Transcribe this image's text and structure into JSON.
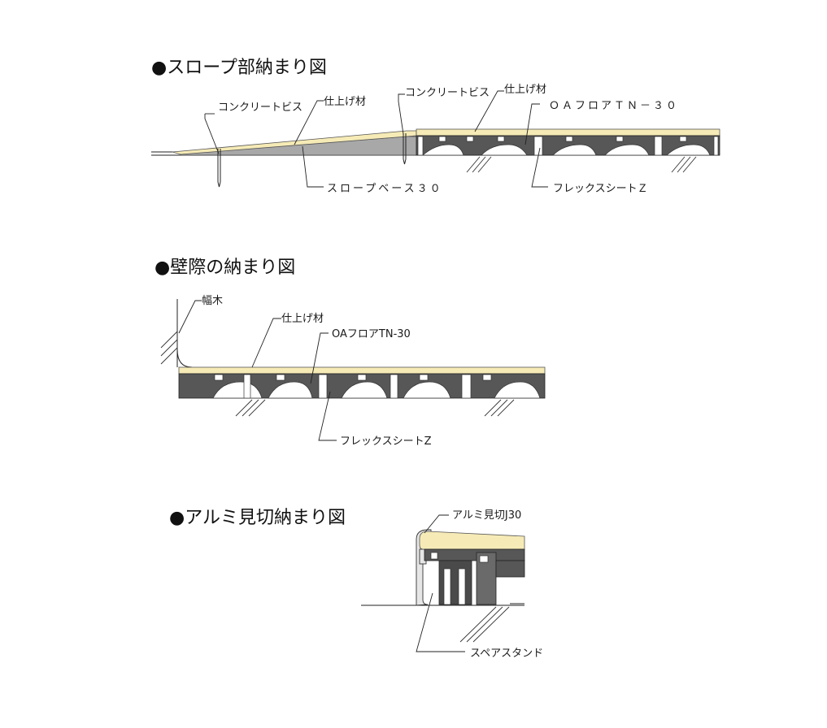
{
  "sections": {
    "slope": {
      "title": "●スロープ部納まり図",
      "labels": {
        "concrete_screw_left": "コンクリートビス",
        "finish_left": "仕上げ材",
        "concrete_screw_right": "コンクリートビス",
        "finish_right": "仕上げ材",
        "oa_floor": "ＯＡフロアＴＮ－３０",
        "slope_base": "スロープベース３０",
        "flex_sheet": "フレックスシートＺ"
      }
    },
    "wall": {
      "title": "●壁際の納まり図",
      "labels": {
        "baseboard": "幅木",
        "finish": "仕上げ材",
        "oa_floor": "OAフロアTN-30",
        "flex_sheet": "フレックスシートZ"
      }
    },
    "alum": {
      "title": "●アルミ見切納まり図",
      "labels": {
        "alum_edge": "アルミ見切J30",
        "spare_stand": "スペアスタンド"
      }
    }
  },
  "colors": {
    "finish_material": "#f6ebb6",
    "floor_panel": "#575757",
    "slope_base": "#a8a8a8",
    "aluminum": "#e6e6e6"
  }
}
